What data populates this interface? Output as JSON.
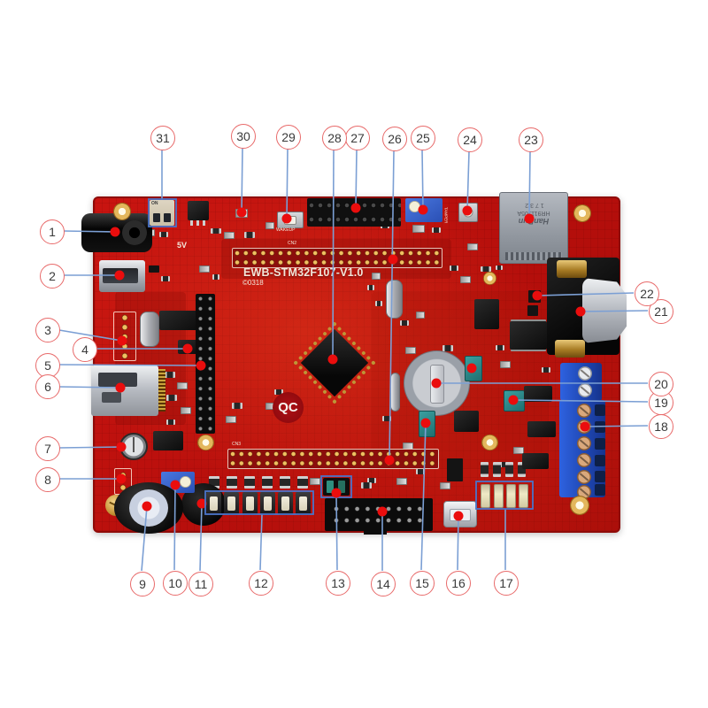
{
  "board": {
    "title_silk": "EWB-STM32F107-V1.0",
    "logo_silk": "©0318",
    "qc_mark": "QC",
    "silk_cn2": "CN2",
    "silk_cn3": "CN3",
    "silk_5v": "5V",
    "silk_wakeup": "WAKEUP",
    "silk_tamper": "TAMPER",
    "dip_on": "ON"
  },
  "ethernet": {
    "brand": "HanRun",
    "part": "HR911105A",
    "code": "1732"
  },
  "colors": {
    "board_red": "#c5120f",
    "callout_border": "#e86a6a",
    "leader_line": "#7b9fd4",
    "marker_dot": "#ea0d0d",
    "highlight_box": "#4a74c9"
  },
  "callouts": [
    {
      "n": "1",
      "c": [
        58,
        261
      ],
      "line": [
        [
          72,
          261
        ],
        [
          130,
          262
        ]
      ],
      "dots": [
        [
          130,
          262
        ]
      ]
    },
    {
      "n": "2",
      "c": [
        58,
        311
      ],
      "line": [
        [
          72,
          311
        ],
        [
          135,
          311
        ]
      ],
      "dots": [
        [
          135,
          311
        ]
      ]
    },
    {
      "n": "3",
      "c": [
        53,
        372
      ],
      "line": [
        [
          67,
          373
        ],
        [
          138,
          385
        ]
      ],
      "dots": [
        [
          138,
          385
        ]
      ]
    },
    {
      "n": "4",
      "c": [
        95,
        394
      ],
      "line": [
        [
          109,
          394
        ],
        [
          212,
          394
        ]
      ],
      "dots": [
        [
          212,
          394
        ]
      ]
    },
    {
      "n": "5",
      "c": [
        53,
        412
      ],
      "line": [
        [
          67,
          412
        ],
        [
          227,
          413
        ]
      ],
      "dots": [
        [
          227,
          413
        ]
      ]
    },
    {
      "n": "6",
      "c": [
        53,
        436
      ],
      "line": [
        [
          67,
          437
        ],
        [
          136,
          438
        ]
      ],
      "dots": [
        [
          136,
          438
        ]
      ]
    },
    {
      "n": "7",
      "c": [
        53,
        506
      ],
      "line": [
        [
          67,
          506
        ],
        [
          137,
          505
        ]
      ],
      "dots": [
        [
          137,
          505
        ]
      ]
    },
    {
      "n": "8",
      "c": [
        53,
        541
      ],
      "line": [
        [
          67,
          541
        ],
        [
          137,
          541
        ]
      ],
      "dots": [
        [
          137,
          541
        ]
      ]
    },
    {
      "n": "9",
      "c": [
        160,
        659
      ],
      "line": [
        [
          160,
          645
        ],
        [
          166,
          572
        ]
      ],
      "dots": [
        [
          166,
          572
        ]
      ]
    },
    {
      "n": "10",
      "c": [
        197,
        658
      ],
      "line": [
        [
          197,
          644
        ],
        [
          198,
          548
        ]
      ],
      "dots": [
        [
          198,
          548
        ]
      ]
    },
    {
      "n": "11",
      "c": [
        226,
        659
      ],
      "line": [
        [
          226,
          645
        ],
        [
          228,
          569
        ]
      ],
      "dots": [
        [
          228,
          569
        ]
      ]
    },
    {
      "n": "12",
      "c": [
        294,
        658
      ],
      "line": [
        [
          294,
          644
        ],
        [
          296,
          581
        ]
      ],
      "boxes": [
        [
          232,
          555,
          122,
          26
        ]
      ]
    },
    {
      "n": "13",
      "c": [
        381,
        658
      ],
      "line": [
        [
          381,
          644
        ],
        [
          380,
          558
        ]
      ],
      "dots": [
        [
          380,
          557
        ]
      ],
      "boxes": [
        [
          363,
          538,
          34,
          24
        ]
      ]
    },
    {
      "n": "14",
      "c": [
        432,
        659
      ],
      "line": [
        [
          432,
          645
        ],
        [
          432,
          578
        ]
      ],
      "dots": [
        [
          432,
          578
        ]
      ]
    },
    {
      "n": "15",
      "c": [
        476,
        658
      ],
      "line": [
        [
          476,
          644
        ],
        [
          481,
          478
        ]
      ],
      "dots": [
        [
          481,
          478
        ],
        [
          533,
          416
        ]
      ]
    },
    {
      "n": "16",
      "c": [
        517,
        658
      ],
      "line": [
        [
          517,
          644
        ],
        [
          518,
          583
        ]
      ],
      "dots": [
        [
          518,
          583
        ]
      ]
    },
    {
      "n": "17",
      "c": [
        571,
        658
      ],
      "line": [
        [
          571,
          644
        ],
        [
          571,
          575
        ]
      ],
      "boxes": [
        [
          538,
          544,
          64,
          31
        ]
      ]
    },
    {
      "n": "18",
      "c": [
        746,
        481
      ],
      "line": [
        [
          732,
          481
        ],
        [
          661,
          482
        ]
      ],
      "dots": [
        [
          661,
          482
        ]
      ]
    },
    {
      "n": "19",
      "c": [
        746,
        454
      ],
      "line": [
        [
          732,
          454
        ],
        [
          580,
          452
        ]
      ],
      "dots": [
        [
          580,
          452
        ]
      ]
    },
    {
      "n": "20",
      "c": [
        746,
        433
      ],
      "line": [
        [
          732,
          433
        ],
        [
          493,
          433
        ]
      ],
      "dots": [
        [
          493,
          433
        ]
      ]
    },
    {
      "n": "21",
      "c": [
        746,
        351
      ],
      "line": [
        [
          732,
          351
        ],
        [
          656,
          352
        ]
      ],
      "dots": [
        [
          656,
          352
        ]
      ]
    },
    {
      "n": "22",
      "c": [
        730,
        331
      ],
      "line": [
        [
          716,
          331
        ],
        [
          607,
          334
        ]
      ],
      "dots": [
        [
          607,
          334
        ]
      ]
    },
    {
      "n": "23",
      "c": [
        599,
        157
      ],
      "line": [
        [
          599,
          171
        ],
        [
          598,
          247
        ]
      ],
      "dots": [
        [
          598,
          247
        ]
      ]
    },
    {
      "n": "24",
      "c": [
        530,
        157
      ],
      "line": [
        [
          530,
          171
        ],
        [
          528,
          238
        ]
      ],
      "dots": [
        [
          528,
          238
        ]
      ]
    },
    {
      "n": "25",
      "c": [
        477,
        155
      ],
      "line": [
        [
          477,
          169
        ],
        [
          478,
          237
        ]
      ],
      "dots": [
        [
          478,
          237
        ]
      ]
    },
    {
      "n": "26",
      "c": [
        445,
        156
      ],
      "line": [
        [
          445,
          170
        ],
        [
          440,
          520
        ]
      ],
      "dots": [
        [
          444,
          293
        ],
        [
          440,
          520
        ]
      ]
    },
    {
      "n": "27",
      "c": [
        403,
        155
      ],
      "line": [
        [
          403,
          169
        ],
        [
          402,
          235
        ]
      ],
      "dots": [
        [
          402,
          235
        ]
      ]
    },
    {
      "n": "28",
      "c": [
        377,
        155
      ],
      "line": [
        [
          377,
          169
        ],
        [
          376,
          406
        ]
      ],
      "dots": [
        [
          376,
          406
        ]
      ]
    },
    {
      "n": "29",
      "c": [
        325,
        154
      ],
      "line": [
        [
          325,
          168
        ],
        [
          324,
          247
        ]
      ],
      "dots": [
        [
          324,
          247
        ]
      ]
    },
    {
      "n": "30",
      "c": [
        274,
        153
      ],
      "line": [
        [
          274,
          167
        ],
        [
          273,
          240
        ]
      ],
      "dots": [
        [
          273,
          240
        ]
      ]
    },
    {
      "n": "31",
      "c": [
        183,
        155
      ],
      "line": [
        [
          183,
          169
        ],
        [
          183,
          226
        ]
      ],
      "boxes": [
        [
          168,
          225,
          31,
          31
        ]
      ]
    }
  ],
  "decor": {
    "smd": [
      [
        148,
        256,
        10,
        6,
        0
      ],
      [
        163,
        259,
        10,
        6,
        1
      ],
      [
        180,
        262,
        10,
        6,
        0
      ],
      [
        238,
        258,
        12,
        6,
        0
      ],
      [
        253,
        262,
        10,
        6,
        1
      ],
      [
        276,
        262,
        12,
        7,
        0
      ],
      [
        300,
        251,
        8,
        6,
        1
      ],
      [
        430,
        252,
        10,
        6,
        0
      ],
      [
        466,
        254,
        12,
        7,
        1
      ],
      [
        488,
        257,
        10,
        6,
        0
      ],
      [
        508,
        300,
        10,
        6,
        0
      ],
      [
        520,
        312,
        10,
        6,
        1
      ],
      [
        543,
        301,
        12,
        6,
        0
      ],
      [
        420,
        308,
        8,
        6,
        1
      ],
      [
        415,
        322,
        8,
        6,
        0
      ],
      [
        452,
        362,
        10,
        6,
        0
      ],
      [
        470,
        352,
        8,
        6,
        1
      ],
      [
        424,
        340,
        8,
        6,
        0
      ],
      [
        500,
        390,
        12,
        7,
        0
      ],
      [
        458,
        392,
        10,
        6,
        1
      ],
      [
        432,
        470,
        10,
        6,
        0
      ],
      [
        455,
        500,
        10,
        6,
        1
      ],
      [
        470,
        530,
        10,
        6,
        0
      ],
      [
        497,
        545,
        10,
        6,
        1
      ],
      [
        415,
        540,
        10,
        6,
        0
      ],
      [
        186,
        420,
        12,
        7,
        0
      ],
      [
        200,
        432,
        10,
        6,
        1
      ],
      [
        188,
        446,
        12,
        7,
        0
      ],
      [
        204,
        460,
        10,
        6,
        1
      ],
      [
        188,
        474,
        10,
        6,
        0
      ],
      [
        262,
        455,
        12,
        7,
        0
      ],
      [
        255,
        470,
        10,
        6,
        1
      ],
      [
        310,
        440,
        10,
        6,
        0
      ],
      [
        300,
        455,
        10,
        6,
        1
      ],
      [
        560,
        390,
        10,
        6,
        0
      ],
      [
        565,
        408,
        10,
        6,
        1
      ],
      [
        612,
        415,
        10,
        6,
        0
      ],
      [
        580,
        505,
        10,
        6,
        1
      ],
      [
        565,
        522,
        10,
        6,
        0
      ],
      [
        350,
        540,
        10,
        6,
        1
      ],
      [
        408,
        545,
        12,
        7,
        0
      ],
      [
        448,
        540,
        10,
        6,
        1
      ],
      [
        560,
        300,
        8,
        5,
        0
      ],
      [
        528,
        275,
        10,
        6,
        1
      ],
      [
        482,
        282,
        8,
        5,
        0
      ],
      [
        168,
        300,
        12,
        8,
        2
      ],
      [
        182,
        312,
        10,
        6,
        0
      ],
      [
        225,
        300,
        10,
        6,
        1
      ],
      [
        240,
        310,
        8,
        6,
        0
      ],
      [
        236,
        538,
        12,
        14,
        3
      ],
      [
        256,
        538,
        12,
        14,
        3
      ],
      [
        276,
        538,
        12,
        14,
        3
      ],
      [
        296,
        538,
        12,
        14,
        3
      ],
      [
        316,
        538,
        12,
        14,
        3
      ],
      [
        336,
        538,
        12,
        14,
        3
      ],
      [
        543,
        522,
        9,
        17,
        3
      ],
      [
        557,
        522,
        9,
        17,
        3
      ],
      [
        571,
        522,
        9,
        17,
        3
      ],
      [
        585,
        522,
        9,
        17,
        3
      ],
      [
        597,
        328,
        14,
        14,
        2
      ],
      [
        596,
        345,
        12,
        12,
        2
      ],
      [
        505,
        518,
        18,
        26,
        2
      ],
      [
        222,
        560,
        18,
        16,
        2
      ],
      [
        441,
        421,
        9,
        42,
        4
      ],
      [
        158,
        352,
        20,
        38,
        4
      ]
    ]
  }
}
